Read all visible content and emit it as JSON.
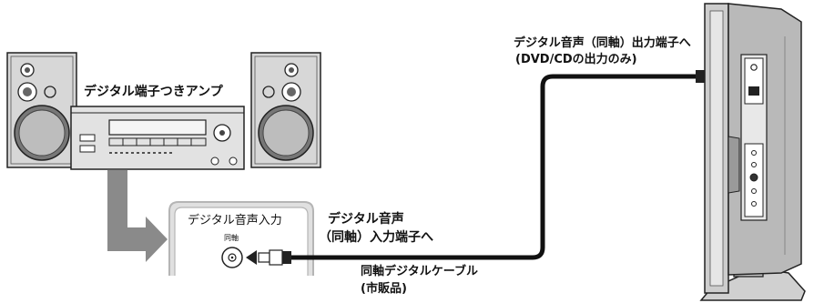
{
  "labels": {
    "amplifier": "デジタル端子つきアンプ",
    "panel_title": "デジタル音声入力",
    "panel_jack": "同軸",
    "input_jack_line1": "デジタル音声",
    "input_jack_line2": "（同軸）入力端子へ",
    "cable_line1": "同軸デジタルケーブル",
    "cable_line2": "(市販品)",
    "output_jack_line1": "デジタル音声（同軸）出力端子へ",
    "output_jack_line2": "(DVD/CDの出力のみ)"
  }
}
